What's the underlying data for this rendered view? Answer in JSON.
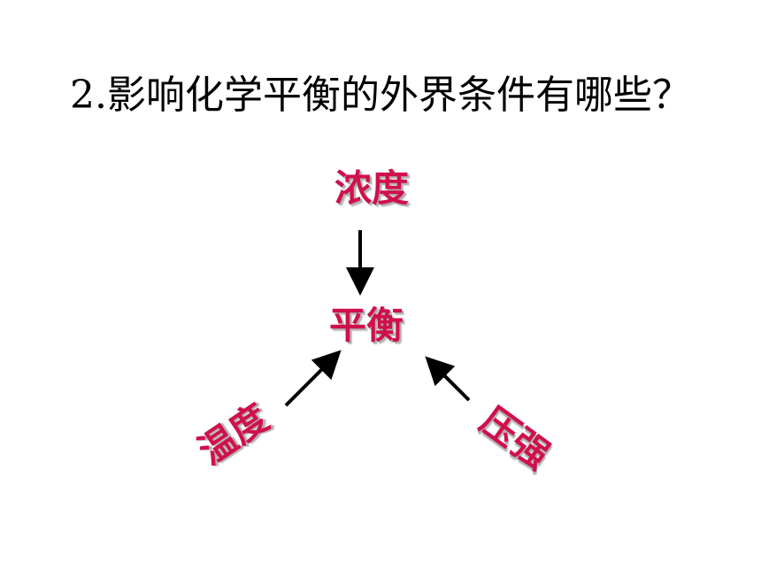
{
  "title": "2.影响化学平衡的外界条件有哪些？",
  "diagram": {
    "center": "平衡",
    "factors": {
      "top": "浓度",
      "left": "温度",
      "right": "压强"
    },
    "colors": {
      "node_text": "#d0104c",
      "arrow": "#000000"
    }
  }
}
